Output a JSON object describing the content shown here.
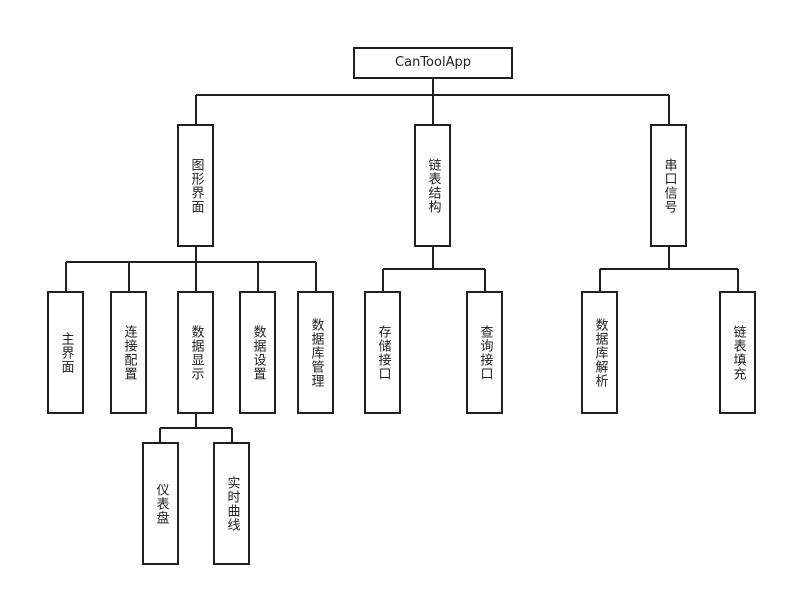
{
  "nodes": {
    "root": "CanToolApp",
    "gui": "图形界面",
    "linked_list_structure": "链表结构",
    "serial_signal": "串口信号",
    "main_screen": "主界面",
    "connection_config": "连接配置",
    "data_display": "数据显示",
    "data_settings": "数据设置",
    "database_management": "数据库管理",
    "storage_interface": "存储接口",
    "query_interface": "查询接口",
    "database_parsing": "数据库解析",
    "linked_list_fill": "链表填充",
    "dashboard": "仪表盘",
    "realtime_curve": "实时曲线"
  }
}
